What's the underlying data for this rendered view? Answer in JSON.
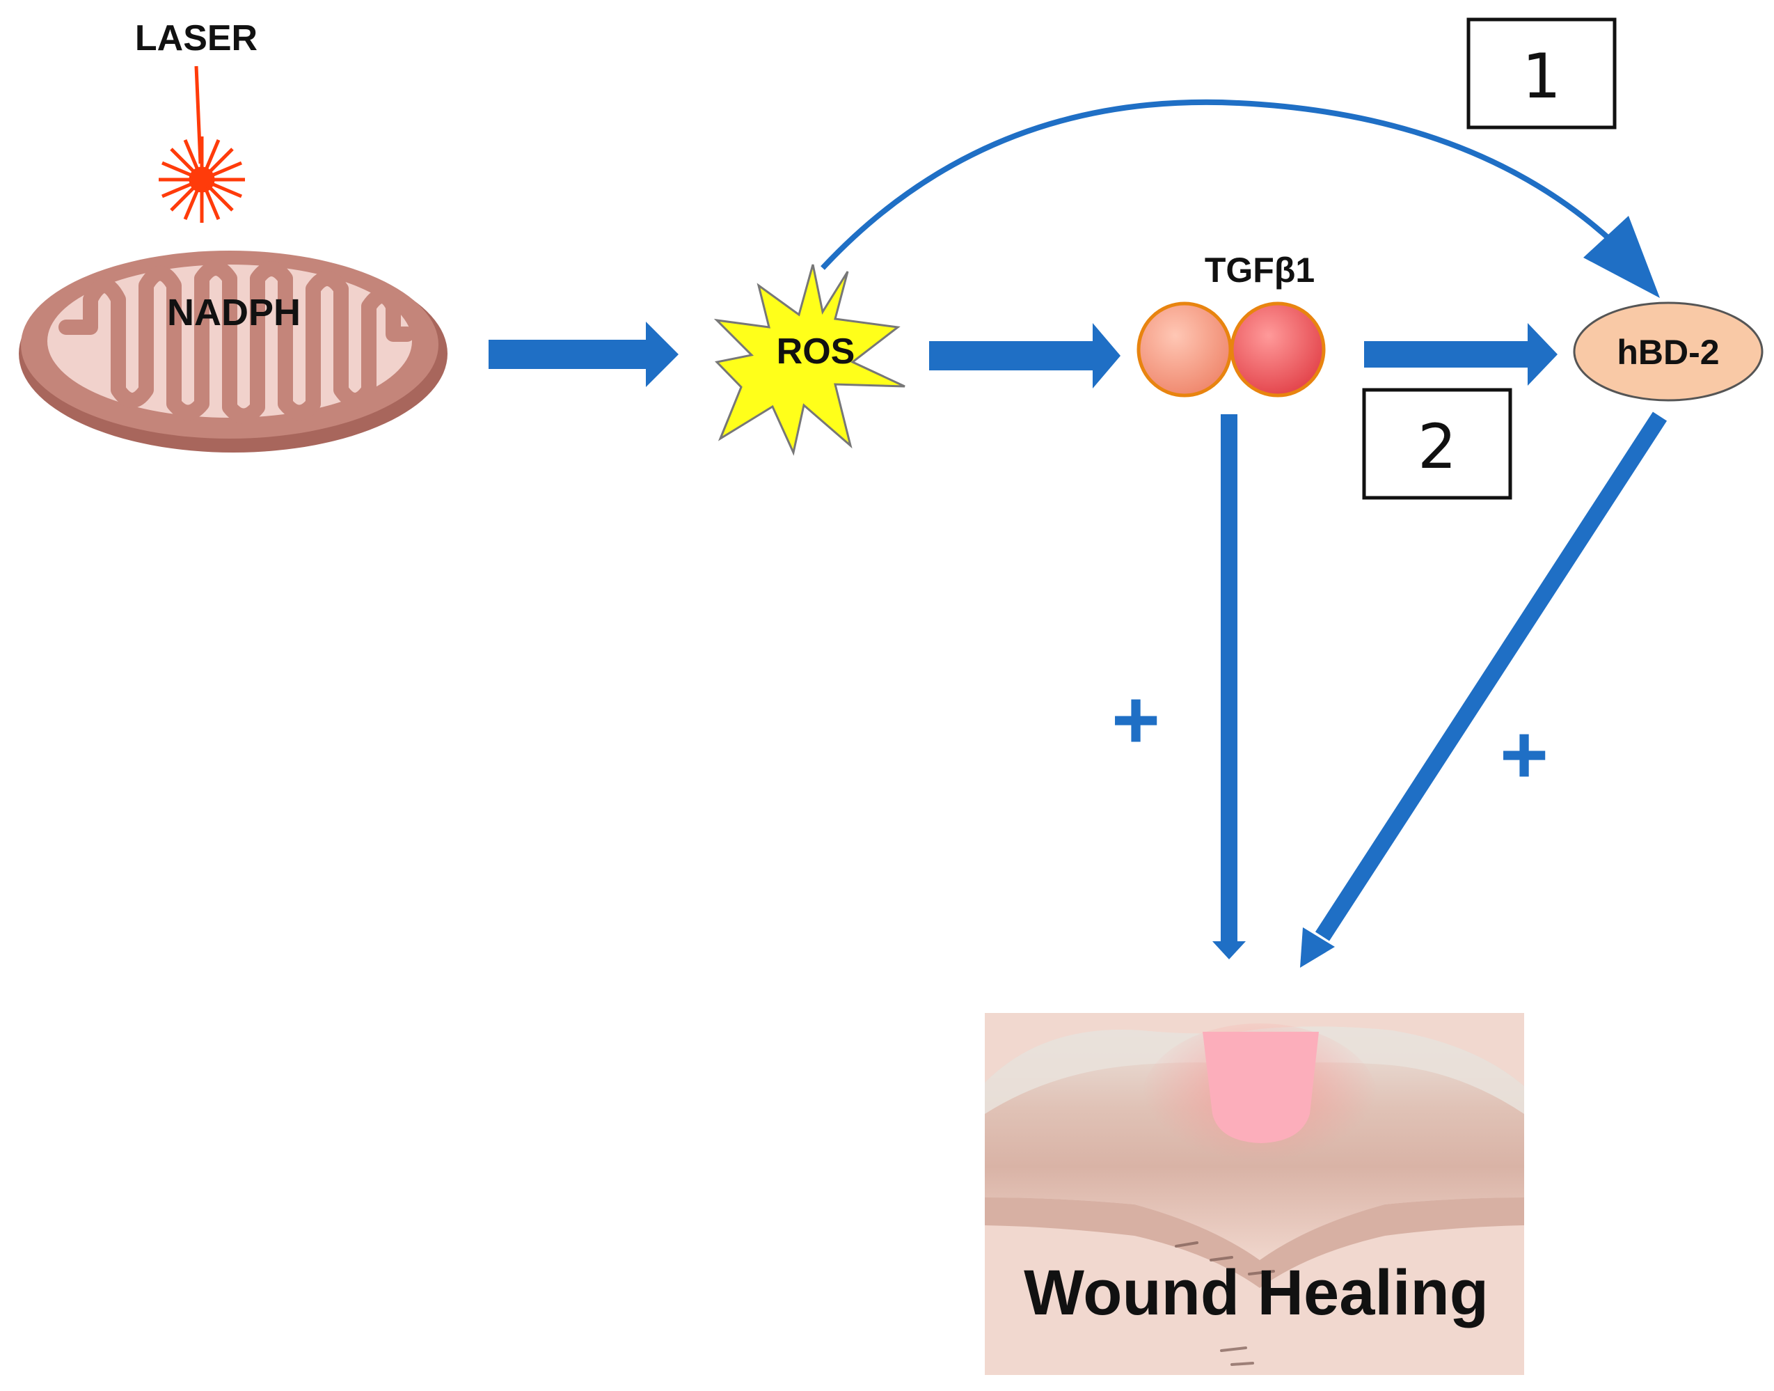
{
  "labels": {
    "laser": "LASER",
    "nadph": "NADPH",
    "ros": "ROS",
    "tgf": "TGFβ1",
    "hbd": "hBD-2",
    "box1": "1",
    "box2": "2",
    "plus_left": "+",
    "plus_right": "+",
    "wound": "Wound Healing"
  },
  "colors": {
    "arrow": "#1f6fc5",
    "laser": "#ff3b0a",
    "ros_fill": "#ffff1a",
    "hbd_fill": "#f9c9a6",
    "tgf_left": "#f79a7e",
    "tgf_right": "#ec5a5e",
    "mito_outer": "#c4857a",
    "mito_inner": "#f1d2cc"
  }
}
